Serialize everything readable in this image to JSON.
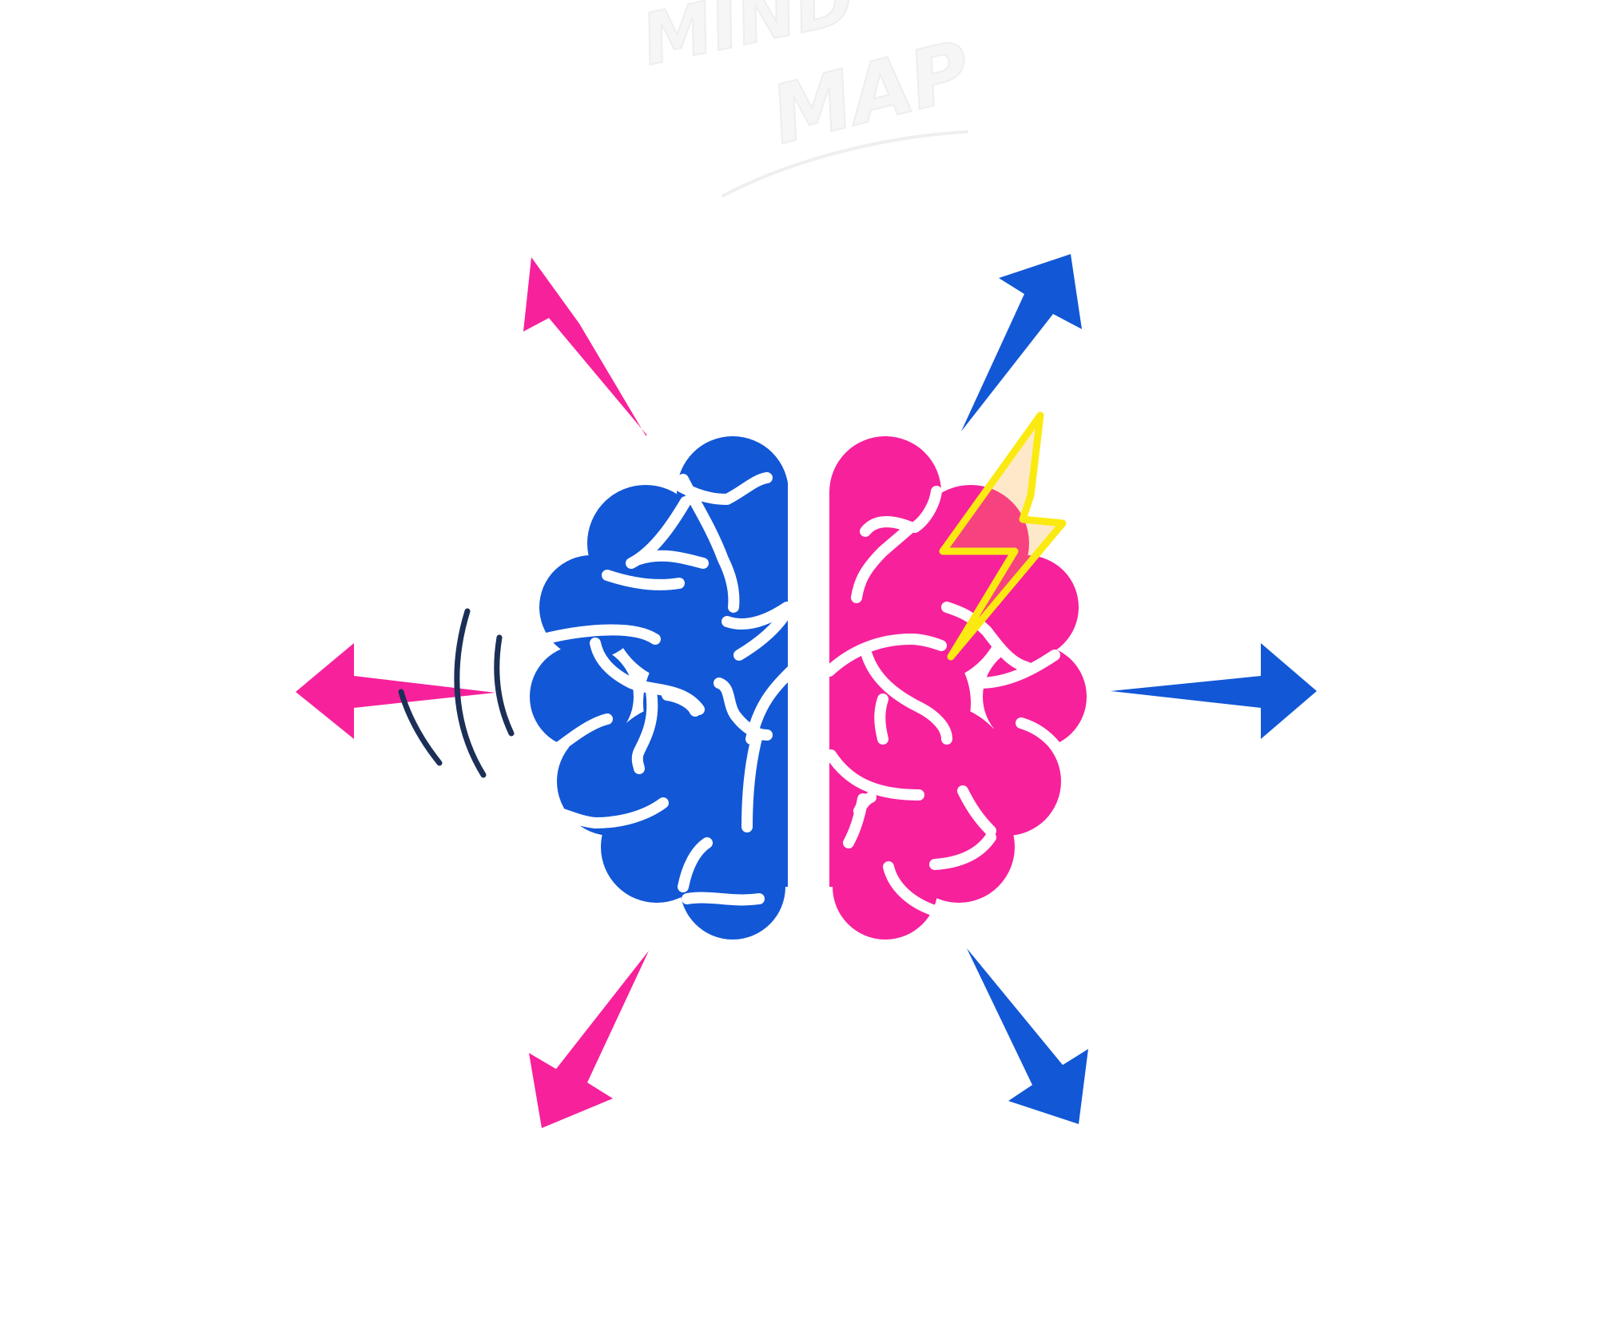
{
  "title": {
    "line1": "MIND",
    "line2": "MAP"
  },
  "colors": {
    "background": "#ffffff",
    "left_hemisphere": "#1257d6",
    "right_hemisphere": "#f7219c",
    "lightning": "#fbea11",
    "lightning_fill": "#f6a82a",
    "motion_lines": "#1b2f57",
    "folds": "#ffffff",
    "title_ink": "#f2f2f2"
  },
  "arrows": [
    {
      "name": "arrow-up-left",
      "color": "pink"
    },
    {
      "name": "arrow-up-right",
      "color": "blue"
    },
    {
      "name": "arrow-left",
      "color": "pink"
    },
    {
      "name": "arrow-right",
      "color": "blue"
    },
    {
      "name": "arrow-down-left",
      "color": "pink"
    },
    {
      "name": "arrow-down-right",
      "color": "blue"
    }
  ],
  "icons": [
    "brain-left-hemisphere-icon",
    "brain-right-hemisphere-icon",
    "lightning-bolt-icon",
    "motion-lines-icon"
  ]
}
